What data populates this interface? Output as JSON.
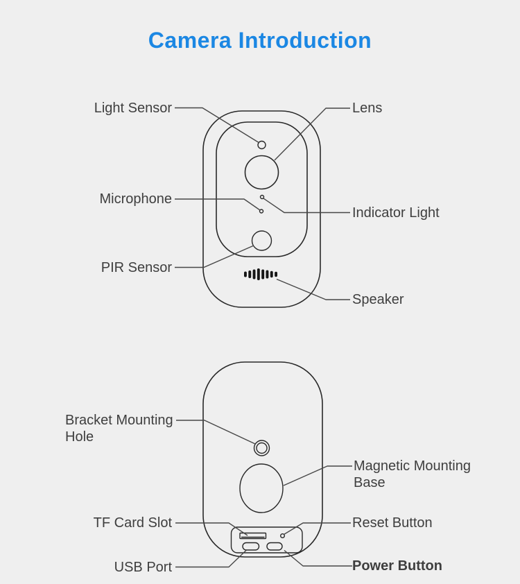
{
  "title": "Camera Introduction",
  "colors": {
    "accent_blue": "#1b87e3",
    "label_text": "#3e3e3e",
    "line_color": "#474747",
    "background": "#efefef"
  },
  "front_view": {
    "view_name": "camera-front-view",
    "labels": [
      {
        "id": "light-sensor",
        "text": "Light Sensor",
        "side": "left"
      },
      {
        "id": "lens",
        "text": "Lens",
        "side": "right"
      },
      {
        "id": "microphone",
        "text": "Microphone",
        "side": "left"
      },
      {
        "id": "indicator-light",
        "text": "Indicator Light",
        "side": "right"
      },
      {
        "id": "pir-sensor",
        "text": "PIR Sensor",
        "side": "left"
      },
      {
        "id": "speaker",
        "text": "Speaker",
        "side": "right"
      }
    ]
  },
  "back_view": {
    "view_name": "camera-back-view",
    "labels": [
      {
        "id": "bracket-mounting-hole",
        "text": "Bracket Mounting Hole",
        "lines": [
          "Bracket Mounting",
          "Hole"
        ],
        "side": "left"
      },
      {
        "id": "magnetic-mounting-base",
        "text": "Magnetic Mounting Base",
        "lines": [
          "Magnetic Mounting",
          "Base"
        ],
        "side": "right"
      },
      {
        "id": "tf-card-slot",
        "text": "TF Card Slot",
        "side": "left"
      },
      {
        "id": "reset-button",
        "text": "Reset Button",
        "side": "right"
      },
      {
        "id": "usb-port",
        "text": "USB Port",
        "side": "left"
      },
      {
        "id": "power-button",
        "text": "Power Button",
        "side": "right"
      }
    ]
  }
}
